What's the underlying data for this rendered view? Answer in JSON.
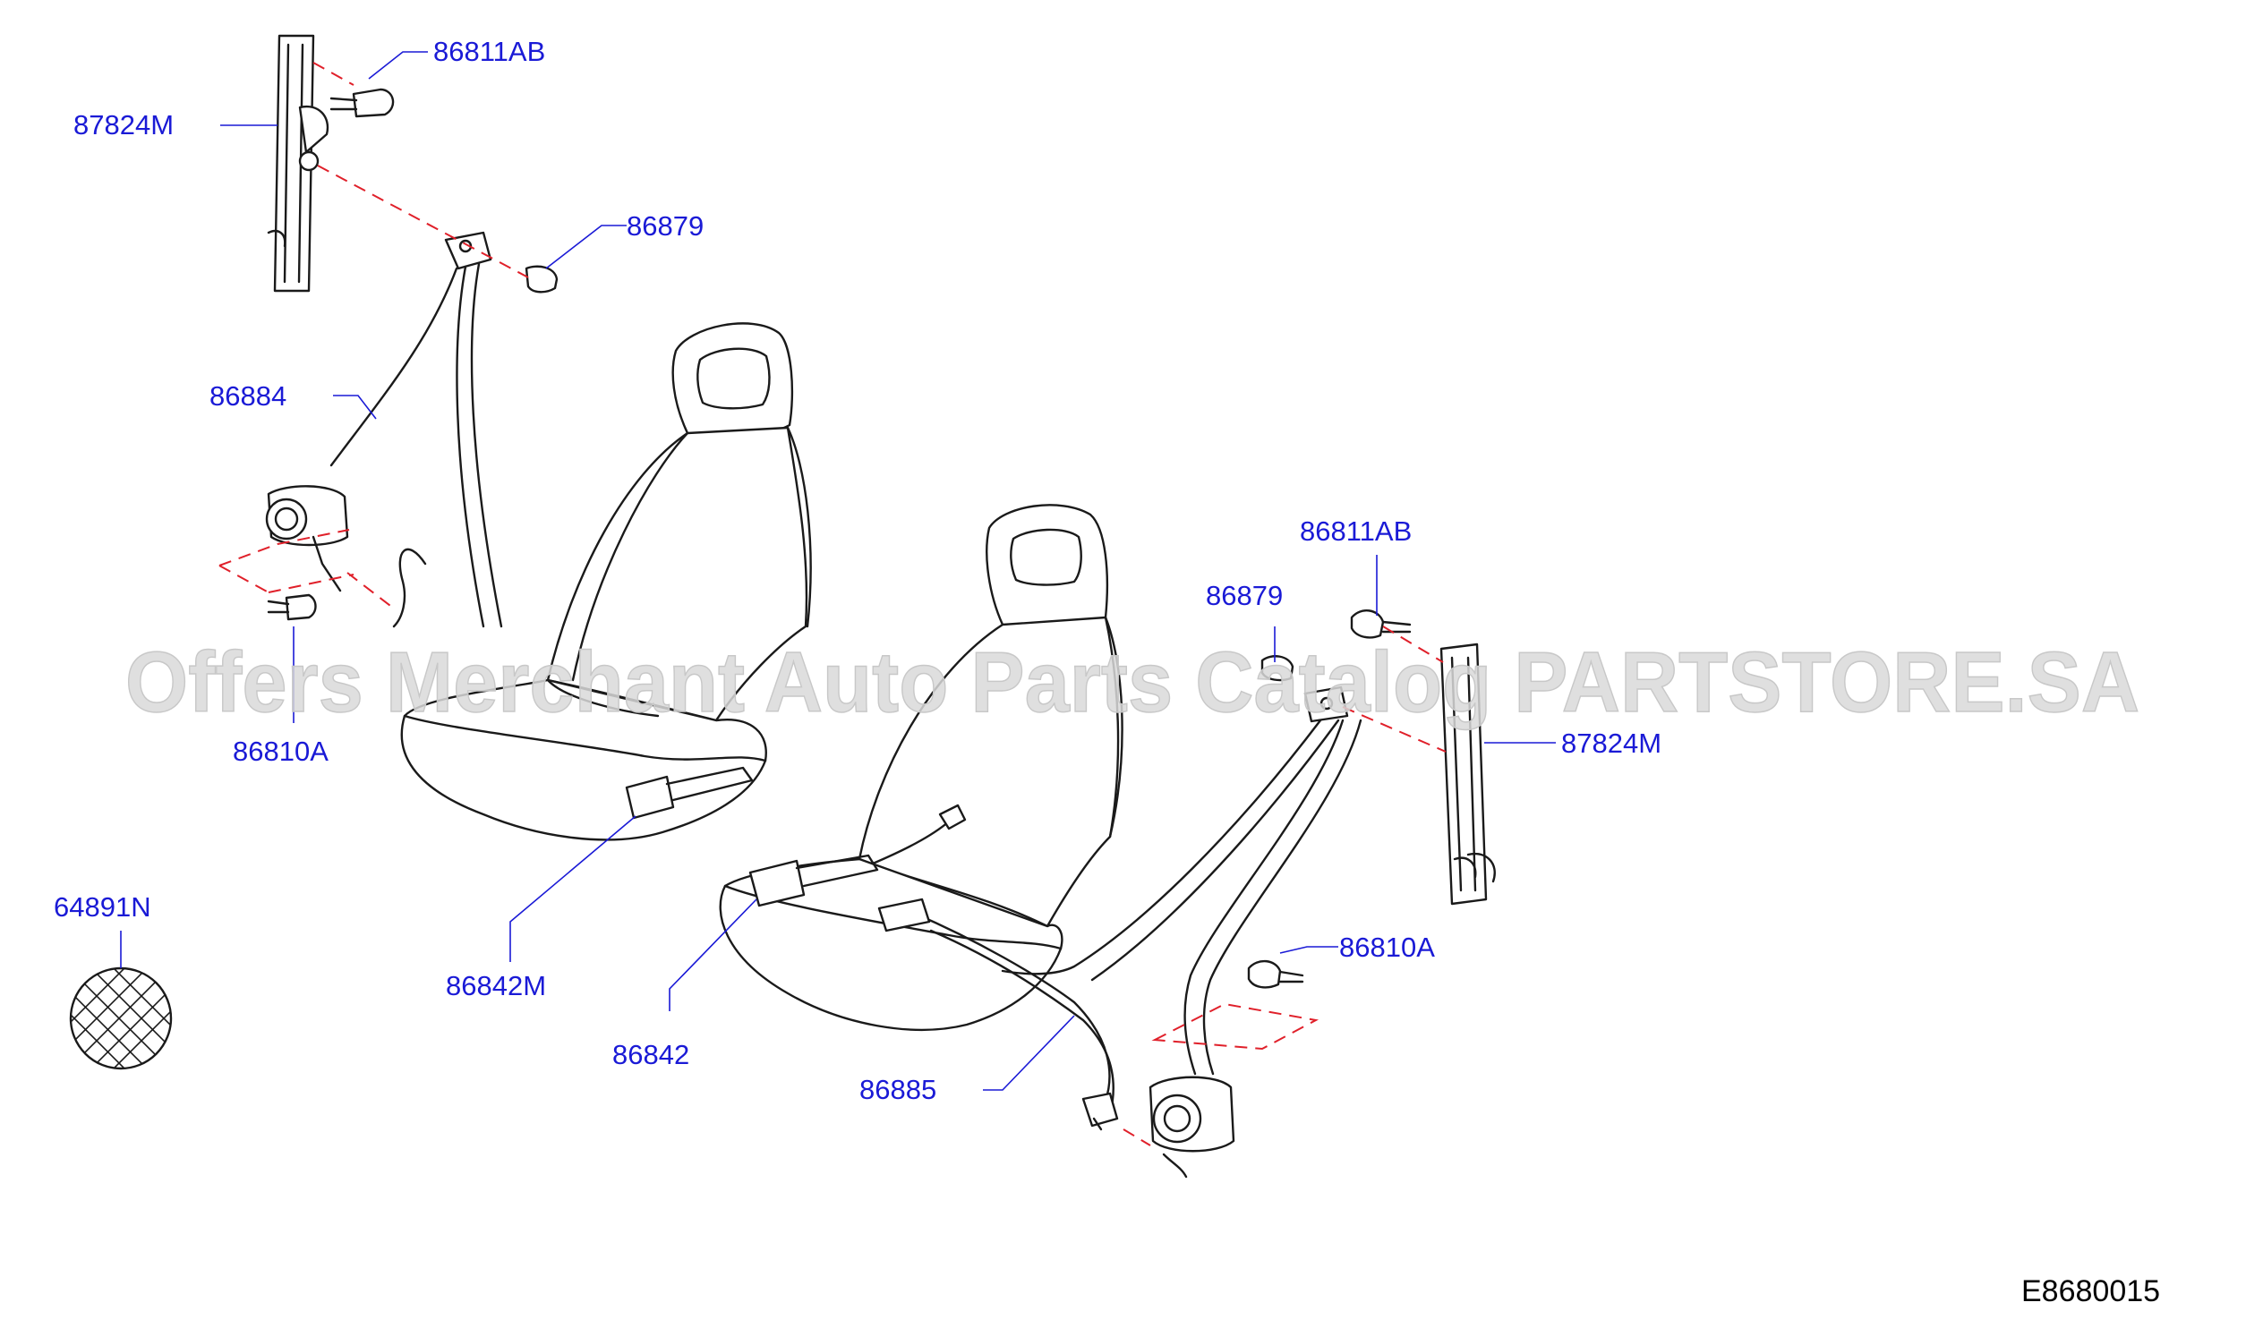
{
  "watermark": "Offers Merchant Auto Parts Catalog PARTSTORE.SA",
  "diagram_code": "E8680015",
  "callouts": [
    {
      "id": "c1",
      "label": "86811AB"
    },
    {
      "id": "c2",
      "label": "87824M"
    },
    {
      "id": "c3",
      "label": "86879"
    },
    {
      "id": "c4",
      "label": "86884"
    },
    {
      "id": "c5",
      "label": "86810A"
    },
    {
      "id": "c6",
      "label": "64891N"
    },
    {
      "id": "c7",
      "label": "86842M"
    },
    {
      "id": "c8",
      "label": "86842"
    },
    {
      "id": "c9",
      "label": "86885"
    },
    {
      "id": "c10",
      "label": "86811AB"
    },
    {
      "id": "c11",
      "label": "86879"
    },
    {
      "id": "c12",
      "label": "87824M"
    },
    {
      "id": "c13",
      "label": "86810A"
    }
  ]
}
